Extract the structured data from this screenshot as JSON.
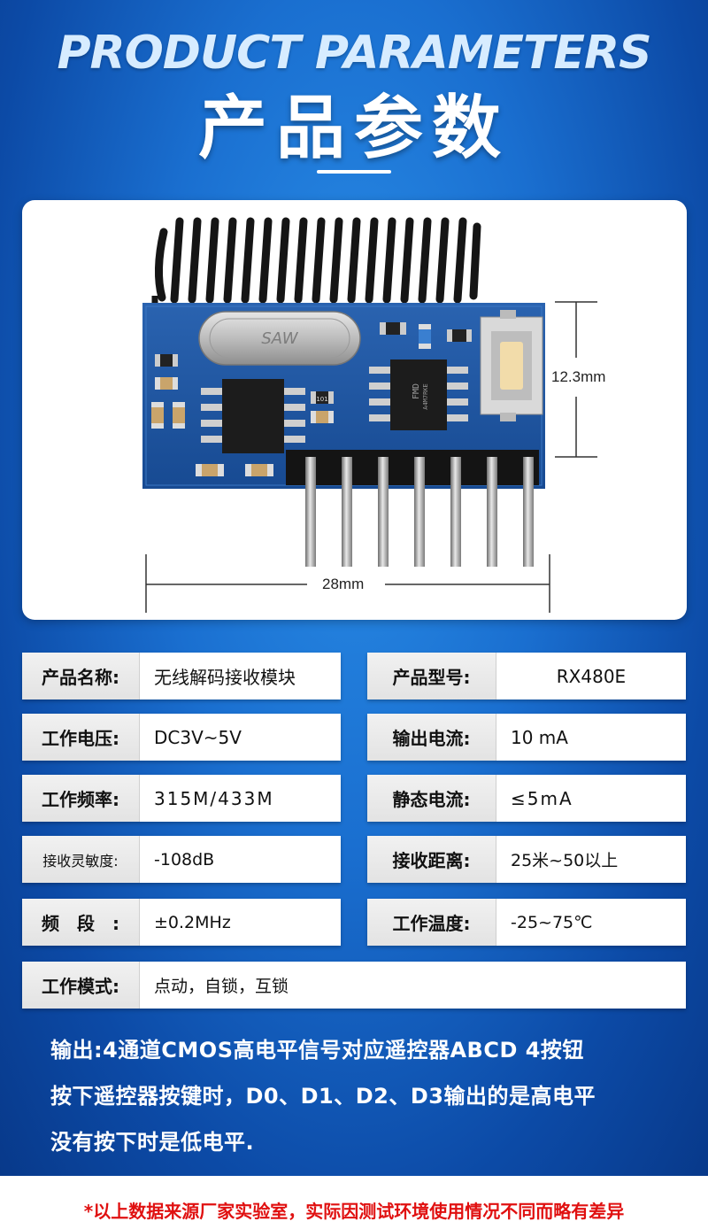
{
  "header": {
    "title_en": "PRODUCT PARAMETERS",
    "title_cn": "产品参数"
  },
  "dimensions": {
    "height": "12.3mm",
    "width": "28mm"
  },
  "components": {
    "crystal_marking": "SAW",
    "chip_marking": "FMD",
    "chip_code": "A4M7RKE",
    "resistor_code": "101"
  },
  "specs": {
    "product_name": {
      "label": "产品名称:",
      "value": "无线解码接收模块"
    },
    "model": {
      "label": "产品型号:",
      "value": "RX480E"
    },
    "voltage": {
      "label": "工作电压:",
      "value": "DC3V~5V"
    },
    "output_current": {
      "label": "输出电流:",
      "value": "10 mA"
    },
    "frequency": {
      "label": "工作频率:",
      "value": "315M/433M"
    },
    "static_current": {
      "label": "静态电流:",
      "value": "≤5mA"
    },
    "sensitivity": {
      "label": "接收灵敏度:",
      "value": "-108dB"
    },
    "distance": {
      "label": "接收距离:",
      "value": "25米~50以上"
    },
    "band": {
      "label": "频　段　:",
      "value": "±0.2MHz"
    },
    "temperature": {
      "label": "工作温度:",
      "value": "-25~75℃"
    },
    "mode": {
      "label": "工作模式:",
      "value": "点动，自锁，互锁"
    }
  },
  "notes": {
    "line1": "输出:4通道CMOS高电平信号对应遥控器ABCD 4按钮",
    "line2": "按下遥控器按键时，D0、D1、D2、D3输出的是高电平",
    "line3": "没有按下时是低电平."
  },
  "footer": "*以上数据来源厂家实验室，实际因测试环境使用情况不同而略有差异",
  "colors": {
    "background": "#1a6fd0",
    "pcb": "#1a4f9a",
    "footer_text": "#e01010"
  }
}
